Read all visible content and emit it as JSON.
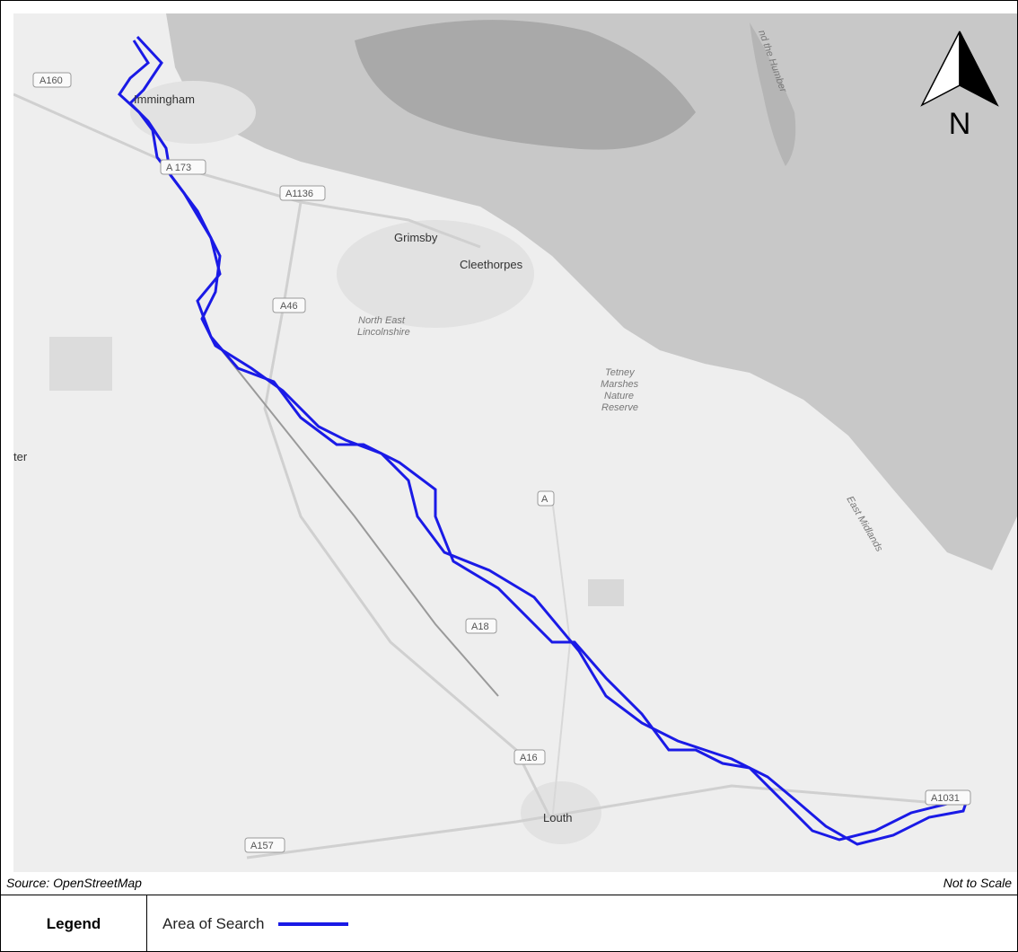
{
  "map": {
    "north_label": "N",
    "route_color": "#1a1ae6",
    "water_color": "#c8c8c8",
    "land_color": "#eeeeee",
    "places": {
      "immingham": "Immingham",
      "grimsby": "Grimsby",
      "cleethorpes": "Cleethorpes",
      "north_east_1": "North East",
      "north_east_2": "Lincolnshire",
      "tetney_1": "Tetney",
      "tetney_2": "Marshes",
      "tetney_3": "Nature",
      "tetney_4": "Reserve",
      "louth": "Louth",
      "humber": "nd the Humber",
      "east_midlands": "East Midlands",
      "edge": "ter"
    },
    "roads": {
      "a160": "A160",
      "a173": "A 173",
      "a1136": "A1136",
      "a46": "A46",
      "a_partial": "A",
      "a18": "A18",
      "a16": "A16",
      "a1031": "A1031",
      "a157": "A157"
    }
  },
  "captions": {
    "source": "Source: OpenStreetMap",
    "scale": "Not to Scale"
  },
  "legend": {
    "title": "Legend",
    "item_label": "Area of Search"
  }
}
